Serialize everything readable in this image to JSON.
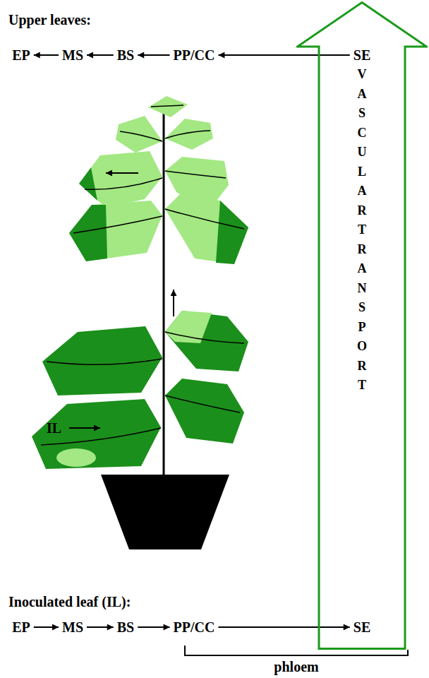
{
  "diagram": {
    "nodes": [
      {
        "text": [
          "EP"
        ]
      },
      {
        "text": [
          "MS"
        ]
      },
      {
        "text": [
          "BS"
        ]
      },
      {
        "text": [
          "PP/CC"
        ]
      },
      {
        "text": [
          "VASCULAR TRANSPORT"
        ]
      },
      {
        "text": [
          "SE"
        ],
        "in": 4
      },
      {
        "text": [
          "SE"
        ],
        "in": 4
      },
      {
        "text": [
          "EP"
        ]
      },
      {
        "text": [
          "MS"
        ]
      },
      {
        "text": [
          "BS"
        ]
      },
      {
        "text": [
          "PP/CC"
        ]
      }
    ],
    "edges": [
      {
        "from": 5,
        "to": 3,
        "arrow": "to"
      },
      {
        "from": 3,
        "to": 2,
        "arrow": "to"
      },
      {
        "from": 2,
        "to": 1,
        "arrow": "to"
      },
      {
        "from": 1,
        "to": 0,
        "arrow": "to"
      },
      {
        "from": 7,
        "to": 8,
        "arrow": "to"
      },
      {
        "from": 8,
        "to": 9,
        "arrow": "to"
      },
      {
        "from": 9,
        "to": 10,
        "arrow": "to"
      },
      {
        "from": 10,
        "to": 6,
        "arrow": "to"
      }
    ],
    "labels": [
      "Upper leaves:",
      "IL",
      "Inoculated leaf (IL):",
      "phloem"
    ]
  }
}
